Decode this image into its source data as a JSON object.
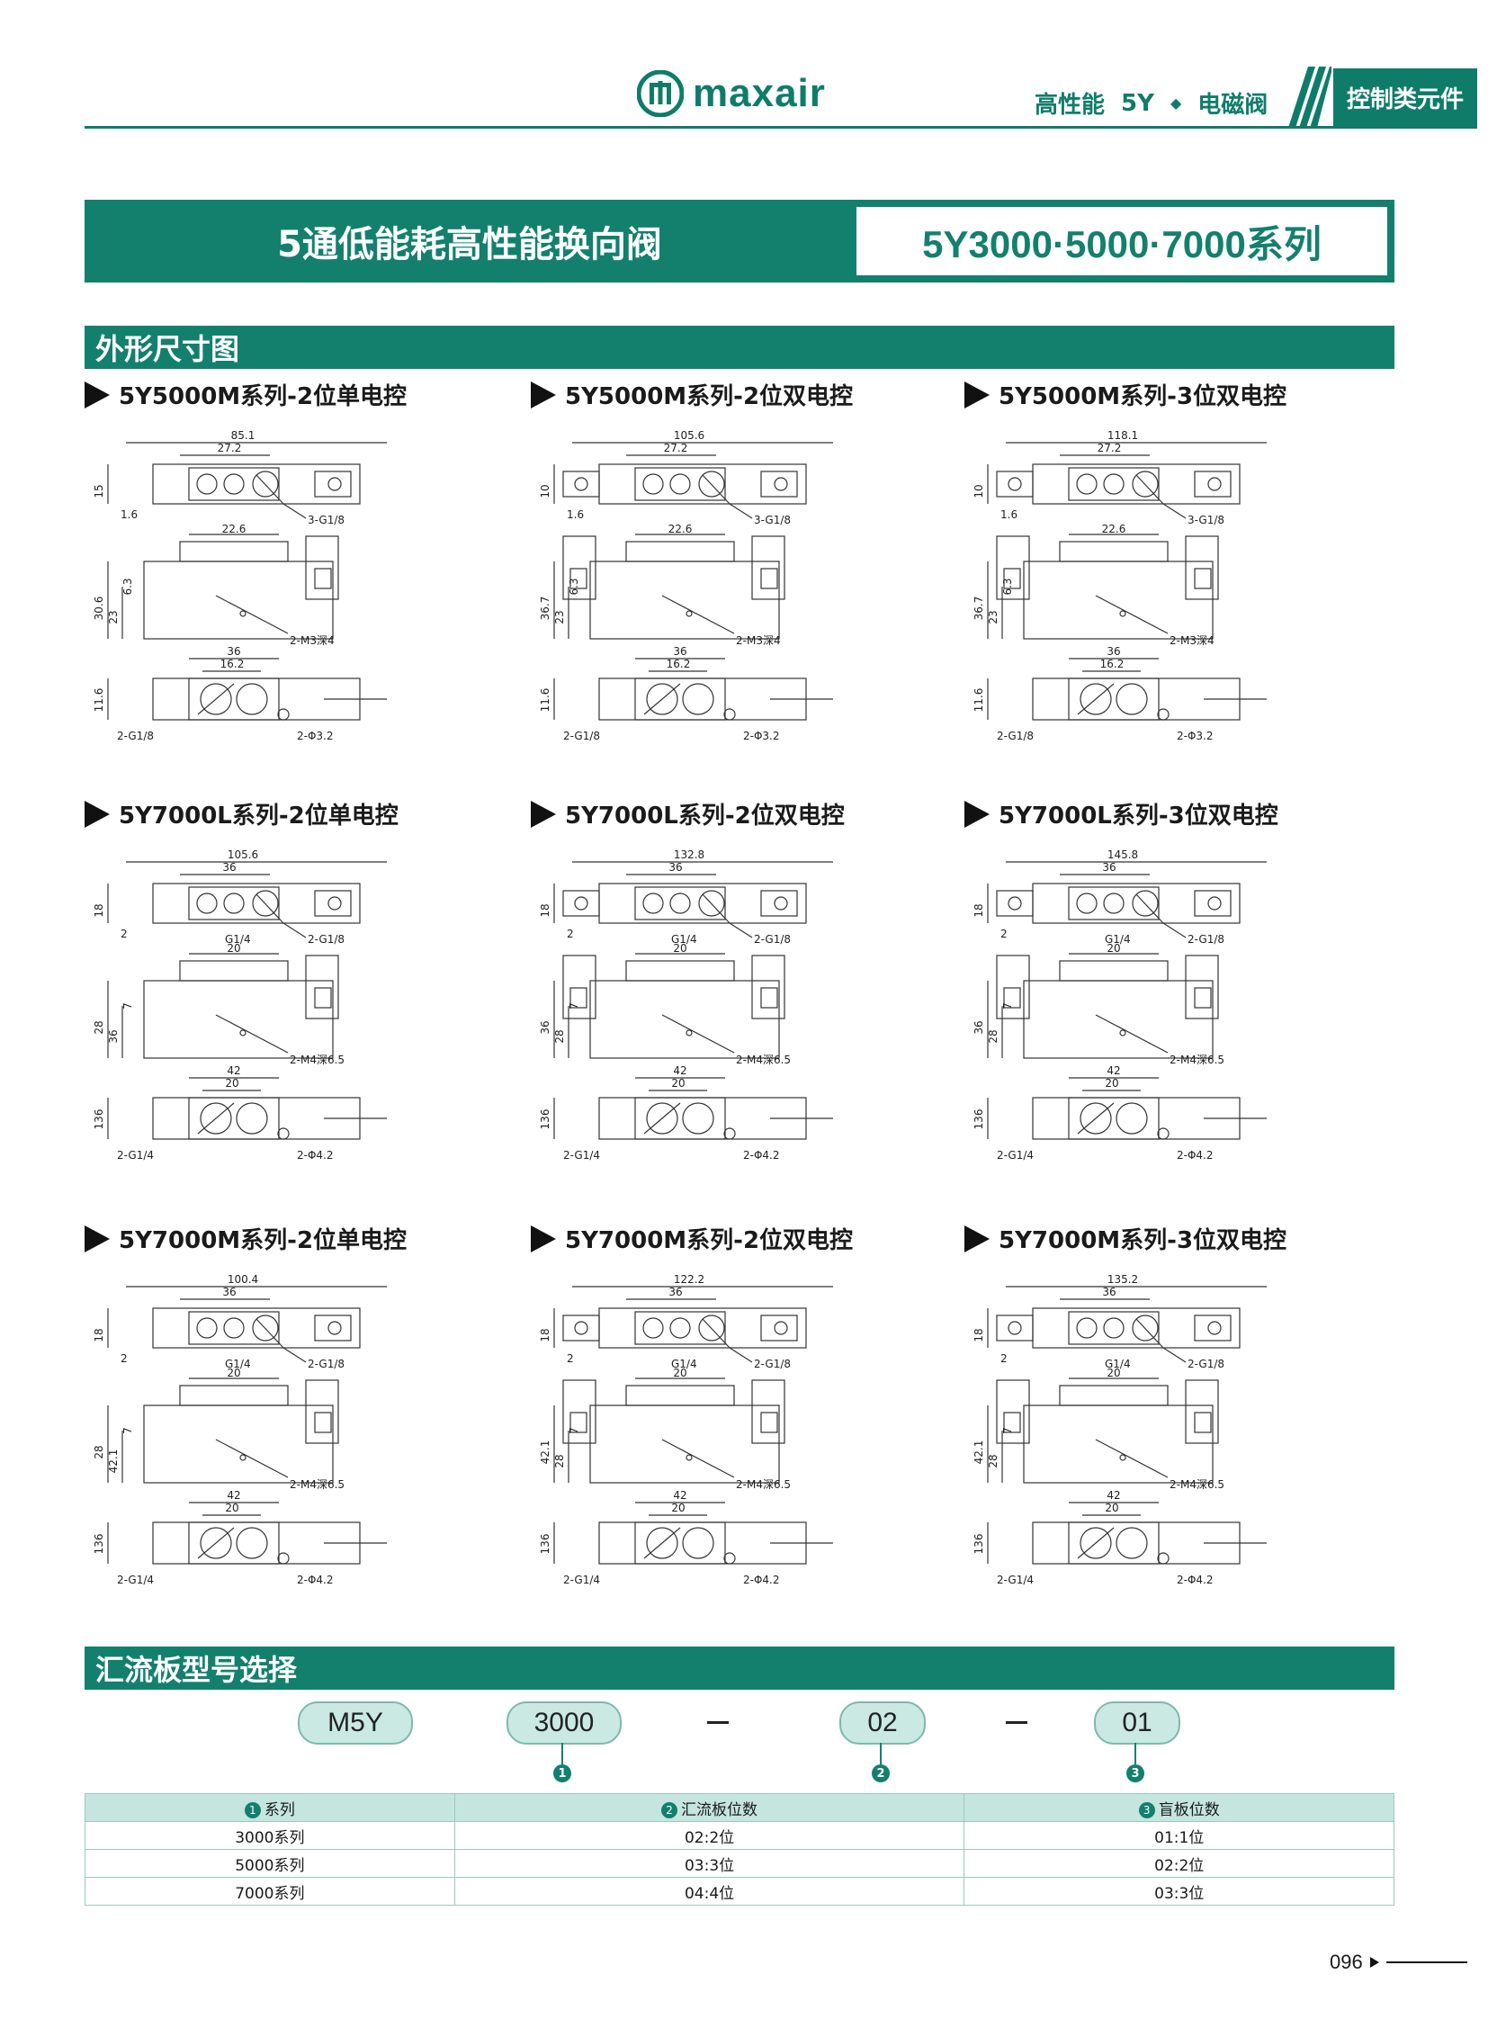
{
  "header": {
    "brand": "maxair",
    "breadcrumb": [
      "高性能",
      "5Y",
      "电磁阀"
    ],
    "category": "控制类元件"
  },
  "banner": {
    "title": "5通低能耗高性能换向阀",
    "series": "5Y3000·5000·7000系列"
  },
  "sections": {
    "dimensions": "外形尺寸图",
    "manifold": "汇流板型号选择"
  },
  "diagrams": [
    {
      "title": "5Y5000M系列-2位单电控",
      "dims": {
        "top_len": "85.1",
        "top_mid": "27.2",
        "top_h": "15",
        "top_off": "1.6",
        "top_port": "3-G1/8",
        "mid_w": "22.6",
        "mid_h1": "30.6",
        "mid_h2": "23",
        "mid_h3": "6.3",
        "mid_tap": "2-M3深4",
        "bot_w1": "36",
        "bot_w2": "16.2",
        "bot_h": "11.6",
        "bot_port": "2-G1/8",
        "bot_hole": "2-Φ3.2"
      }
    },
    {
      "title": "5Y5000M系列-2位双电控",
      "dims": {
        "top_len": "105.6",
        "top_mid": "27.2",
        "top_h": "10",
        "top_off": "1.6",
        "top_port": "3-G1/8",
        "mid_w": "22.6",
        "mid_h1": "36.7",
        "mid_h2": "23",
        "mid_h3": "6.3",
        "mid_tap": "2-M3深4",
        "bot_w1": "36",
        "bot_w2": "16.2",
        "bot_h": "11.6",
        "bot_port": "2-G1/8",
        "bot_hole": "2-Φ3.2"
      }
    },
    {
      "title": "5Y5000M系列-3位双电控",
      "dims": {
        "top_len": "118.1",
        "top_mid": "27.2",
        "top_h": "10",
        "top_off": "1.6",
        "top_port": "3-G1/8",
        "mid_w": "22.6",
        "mid_h1": "36.7",
        "mid_h2": "23",
        "mid_h3": "6.3",
        "mid_tap": "2-M3深4",
        "bot_w1": "36",
        "bot_w2": "16.2",
        "bot_h": "11.6",
        "bot_port": "2-G1/8",
        "bot_hole": "2-Φ3.2"
      }
    },
    {
      "title": "5Y7000L系列-2位单电控",
      "dims": {
        "top_len": "105.6",
        "top_mid": "36",
        "top_h": "18",
        "top_off": "2",
        "top_port": "2-G1/8",
        "top_port2": "G1/4",
        "mid_w": "20",
        "mid_h1": "28",
        "mid_h2": "36",
        "mid_h3": "7",
        "mid_tap": "2-M4深6.5",
        "bot_w1": "42",
        "bot_w2": "20",
        "bot_h": "136",
        "bot_port": "2-G1/4",
        "bot_hole": "2-Φ4.2"
      }
    },
    {
      "title": "5Y7000L系列-2位双电控",
      "dims": {
        "top_len": "132.8",
        "top_mid": "36",
        "top_h": "18",
        "top_off": "2",
        "top_port": "2-G1/8",
        "top_port2": "G1/4",
        "mid_w": "20",
        "mid_h1": "36",
        "mid_h2": "28",
        "mid_h3": "7",
        "mid_tap": "2-M4深6.5",
        "bot_w1": "42",
        "bot_w2": "20",
        "bot_h": "136",
        "bot_port": "2-G1/4",
        "bot_hole": "2-Φ4.2"
      }
    },
    {
      "title": "5Y7000L系列-3位双电控",
      "dims": {
        "top_len": "145.8",
        "top_mid": "36",
        "top_h": "18",
        "top_off": "2",
        "top_port": "2-G1/8",
        "top_port2": "G1/4",
        "mid_w": "20",
        "mid_h1": "36",
        "mid_h2": "28",
        "mid_h3": "7",
        "mid_tap": "2-M4深6.5",
        "bot_w1": "42",
        "bot_w2": "20",
        "bot_h": "136",
        "bot_port": "2-G1/4",
        "bot_hole": "2-Φ4.2"
      }
    },
    {
      "title": "5Y7000M系列-2位单电控",
      "dims": {
        "top_len": "100.4",
        "top_mid": "36",
        "top_h": "18",
        "top_off": "2",
        "top_port": "2-G1/8",
        "top_port2": "G1/4",
        "mid_w": "20",
        "mid_h1": "28",
        "mid_h2": "42.1",
        "mid_h3": "7",
        "mid_tap": "2-M4深6.5",
        "bot_w1": "42",
        "bot_w2": "20",
        "bot_h": "136",
        "bot_port": "2-G1/4",
        "bot_hole": "2-Φ4.2"
      }
    },
    {
      "title": "5Y7000M系列-2位双电控",
      "dims": {
        "top_len": "122.2",
        "top_mid": "36",
        "top_h": "18",
        "top_off": "2",
        "top_port": "2-G1/8",
        "top_port2": "G1/4",
        "mid_w": "20",
        "mid_h1": "42.1",
        "mid_h2": "28",
        "mid_h3": "7",
        "mid_tap": "2-M4深6.5",
        "bot_w1": "42",
        "bot_w2": "20",
        "bot_h": "136",
        "bot_port": "2-G1/4",
        "bot_hole": "2-Φ4.2"
      }
    },
    {
      "title": "5Y7000M系列-3位双电控",
      "dims": {
        "top_len": "135.2",
        "top_mid": "36",
        "top_h": "18",
        "top_off": "2",
        "top_port": "2-G1/8",
        "top_port2": "G1/4",
        "mid_w": "20",
        "mid_h1": "42.1",
        "mid_h2": "28",
        "mid_h3": "7",
        "mid_tap": "2-M4深6.5",
        "bot_w1": "42",
        "bot_w2": "20",
        "bot_h": "136",
        "bot_port": "2-G1/4",
        "bot_hole": "2-Φ4.2"
      }
    }
  ],
  "code": {
    "parts": [
      "M5Y",
      "3000",
      "02",
      "01"
    ],
    "dash": "—",
    "badges": [
      "1",
      "2",
      "3"
    ]
  },
  "table": {
    "headers": [
      "系列",
      "汇流板位数",
      "盲板位数"
    ],
    "rows": [
      [
        "3000系列",
        "02:2位",
        "01:1位"
      ],
      [
        "5000系列",
        "03:3位",
        "02:2位"
      ],
      [
        "7000系列",
        "04:4位",
        "03:3位"
      ]
    ]
  },
  "page": "096",
  "colors": {
    "brand": "#13806d",
    "pill": "#c9e9e2",
    "table_head": "#c5e6df"
  }
}
